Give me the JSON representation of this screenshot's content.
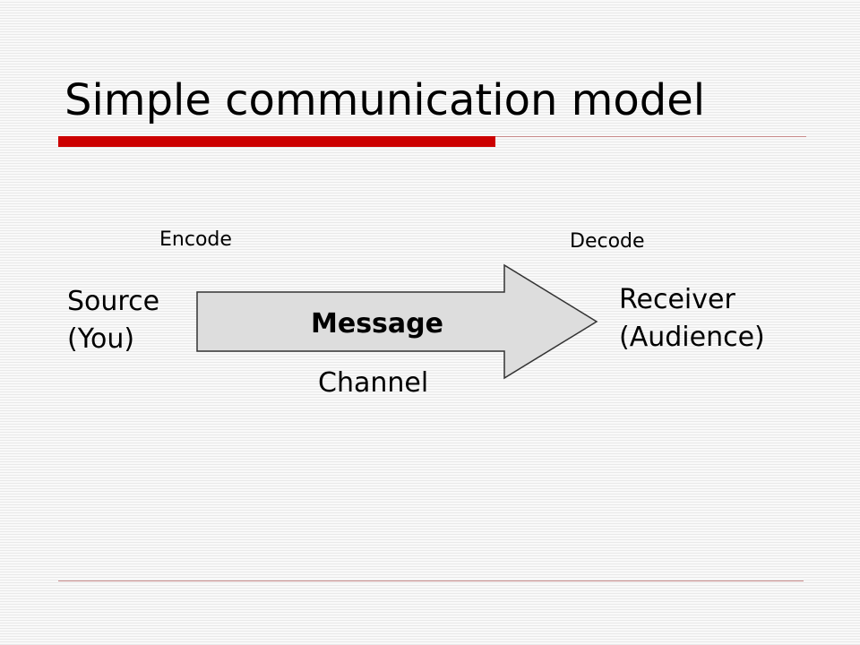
{
  "slide": {
    "title": "Simple communication model"
  },
  "diagram": {
    "encode_label": "Encode",
    "decode_label": "Decode",
    "source_label": "Source\n(You)",
    "receiver_label": "Receiver\n(Audience)",
    "message_label": "Message",
    "channel_label": "Channel"
  },
  "colors": {
    "accent": "#cc0000",
    "rule": "#c88a8a",
    "arrow_fill": "#dddddd",
    "arrow_stroke": "#333333"
  }
}
